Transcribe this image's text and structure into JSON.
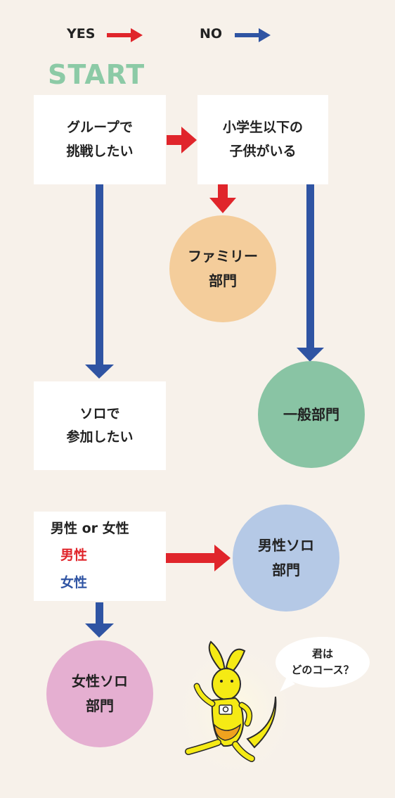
{
  "legend": {
    "yes": "YES",
    "no": "NO"
  },
  "start": "START",
  "nodes": {
    "group": [
      "グループで",
      "挑戦したい"
    ],
    "kids": [
      "小学生以下の",
      "子供がいる"
    ],
    "family": [
      "ファミリー",
      "部門"
    ],
    "general": "一般部門",
    "solo": [
      "ソロで",
      "参加したい"
    ],
    "gender_q": "男性 or 女性",
    "male": "男性",
    "female": "女性",
    "male_solo": [
      "男性ソロ",
      "部門"
    ],
    "female_solo": [
      "女性ソロ",
      "部門"
    ]
  },
  "speech_bubble": [
    "君は",
    "どのコース？"
  ],
  "colors": {
    "background": "#f7f1ea",
    "yes_arrow": "#e0252b",
    "no_arrow": "#2f54a3",
    "start": "#8ccaa6",
    "family": "#f4cd9b",
    "general": "#89c4a4",
    "male_solo": "#b5c9e6",
    "female_solo": "#e5afd1",
    "mascot": "#f5ea14"
  }
}
